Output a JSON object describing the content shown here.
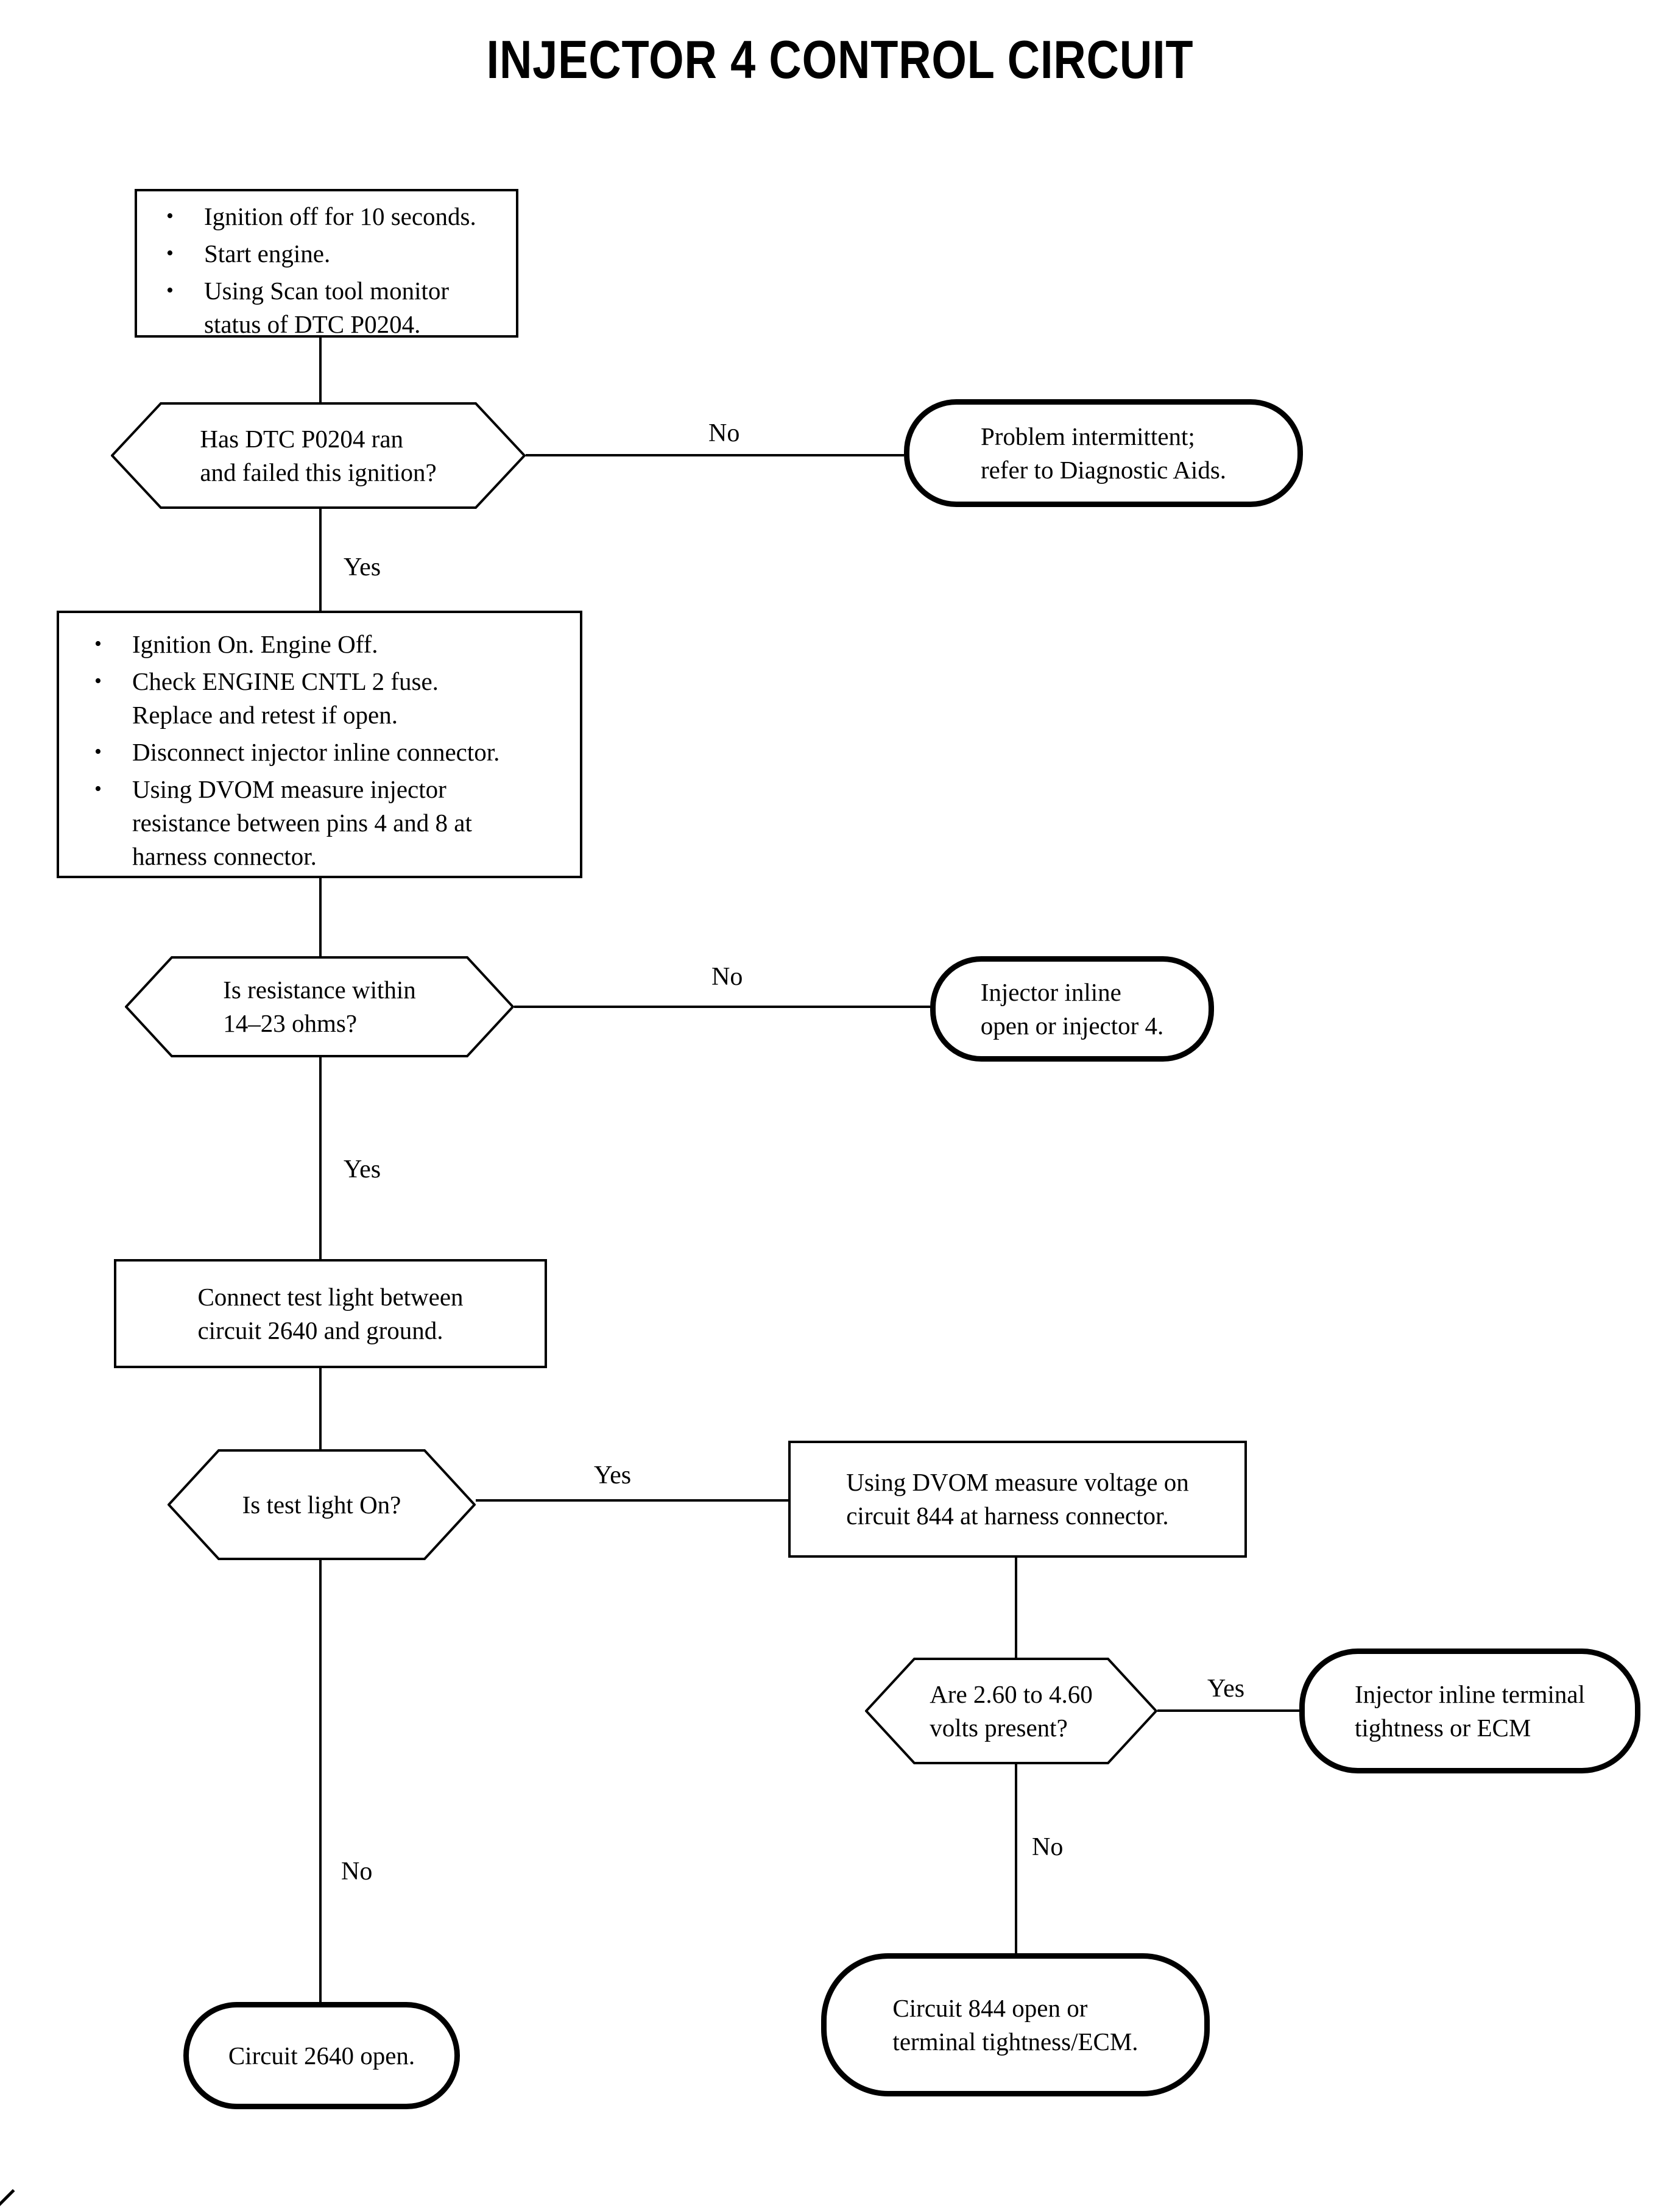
{
  "title": "INJECTOR 4 CONTROL CIRCUIT",
  "ink_color": "#000000",
  "paper_color": "#ffffff",
  "nodes": {
    "start_steps": {
      "items": [
        "Ignition off for 10 seconds.",
        "Start engine.",
        "Using Scan tool monitor\nstatus of DTC P0204."
      ]
    },
    "check_steps": {
      "items": [
        "Ignition On. Engine Off.",
        "Check ENGINE CNTL 2 fuse.\nReplace and retest if open.",
        "Disconnect injector inline connector.",
        "Using DVOM measure injector\nresistance between pins 4 and 8 at\nharness connector."
      ]
    },
    "connect_test_light": {
      "text": "Connect test light between\ncircuit 2640 and ground."
    },
    "measure_voltage": {
      "text": "Using DVOM measure voltage on\ncircuit 844 at harness connector."
    },
    "end_intermittent": {
      "text": "Problem intermittent;\nrefer to Diagnostic Aids."
    },
    "end_injector_open": {
      "text": "Injector inline\nopen or injector 4."
    },
    "end_terminal_tightness": {
      "text": "Injector inline terminal\ntightness or ECM"
    },
    "end_circuit_2640": {
      "text": "Circuit 2640 open."
    },
    "end_circuit_844": {
      "text": "Circuit 844 open or\nterminal tightness/ECM."
    }
  },
  "decisions": {
    "dtc_ran": {
      "question": "Has DTC P0204 ran\nand failed this ignition?",
      "yes": "Yes",
      "no": "No"
    },
    "resistance": {
      "question": "Is resistance within\n14–23 ohms?",
      "yes": "Yes",
      "no": "No"
    },
    "test_light": {
      "question": "Is test light On?",
      "yes": "Yes",
      "no": "No"
    },
    "volts": {
      "question": "Are 2.60 to 4.60\nvolts present?",
      "yes": "Yes",
      "no": "No"
    }
  }
}
